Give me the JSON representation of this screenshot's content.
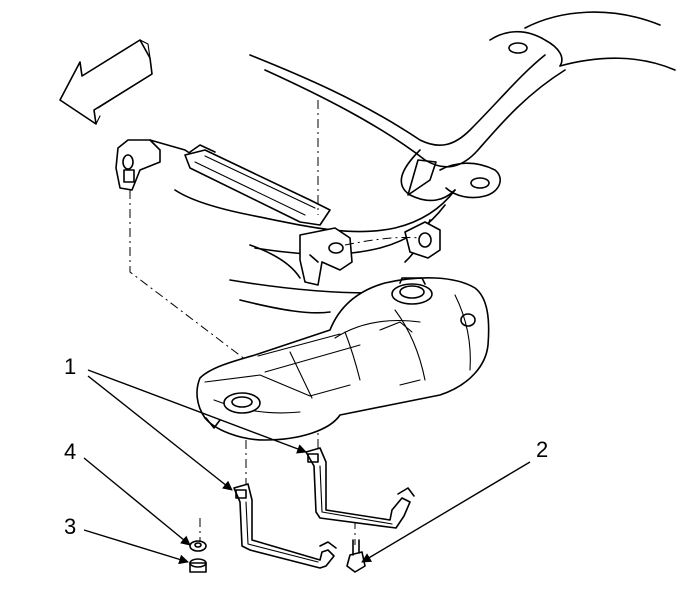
{
  "callouts": [
    {
      "id": "1",
      "label": "1"
    },
    {
      "id": "2",
      "label": "2"
    },
    {
      "id": "3",
      "label": "3"
    },
    {
      "id": "4",
      "label": "4"
    }
  ],
  "icons": {
    "direction": "front-direction-arrow-icon"
  }
}
